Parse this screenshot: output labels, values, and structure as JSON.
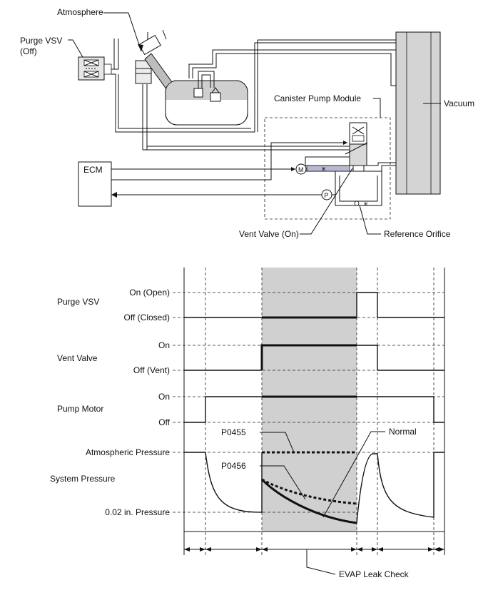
{
  "diagram": {
    "labels": {
      "atmosphere": "Atmosphere",
      "purge_vsv_line1": "Purge VSV",
      "purge_vsv_line2": "(Off)",
      "canister_pump_module": "Canister Pump Module",
      "vacuum": "Vacuum",
      "ecm": "ECM",
      "motor_symbol": "M",
      "pressure_symbol": "P",
      "vent_valve": "Vent Valve (On)",
      "reference_orifice": "Reference Orifice"
    }
  },
  "timing": {
    "rows": {
      "purge_vsv": {
        "name": "Purge VSV",
        "high": "On (Open)",
        "low": "Off (Closed)"
      },
      "vent_valve": {
        "name": "Vent Valve",
        "high": "On",
        "low": "Off (Vent)"
      },
      "pump_motor": {
        "name": "Pump Motor",
        "high": "On",
        "low": "Off"
      },
      "system_pressure": {
        "name": "System Pressure",
        "high": "Atmospheric Pressure",
        "low": "0.02 in. Pressure"
      }
    },
    "callouts": {
      "p0455": "P0455",
      "p0456": "P0456",
      "normal": "Normal"
    },
    "phase_label": "EVAP Leak Check",
    "shaded_phase": "EVAP Leak Check"
  },
  "colors": {
    "pipe_fill": "#d8d8d8",
    "shade": "#d0d0d0",
    "line": "#111111"
  }
}
